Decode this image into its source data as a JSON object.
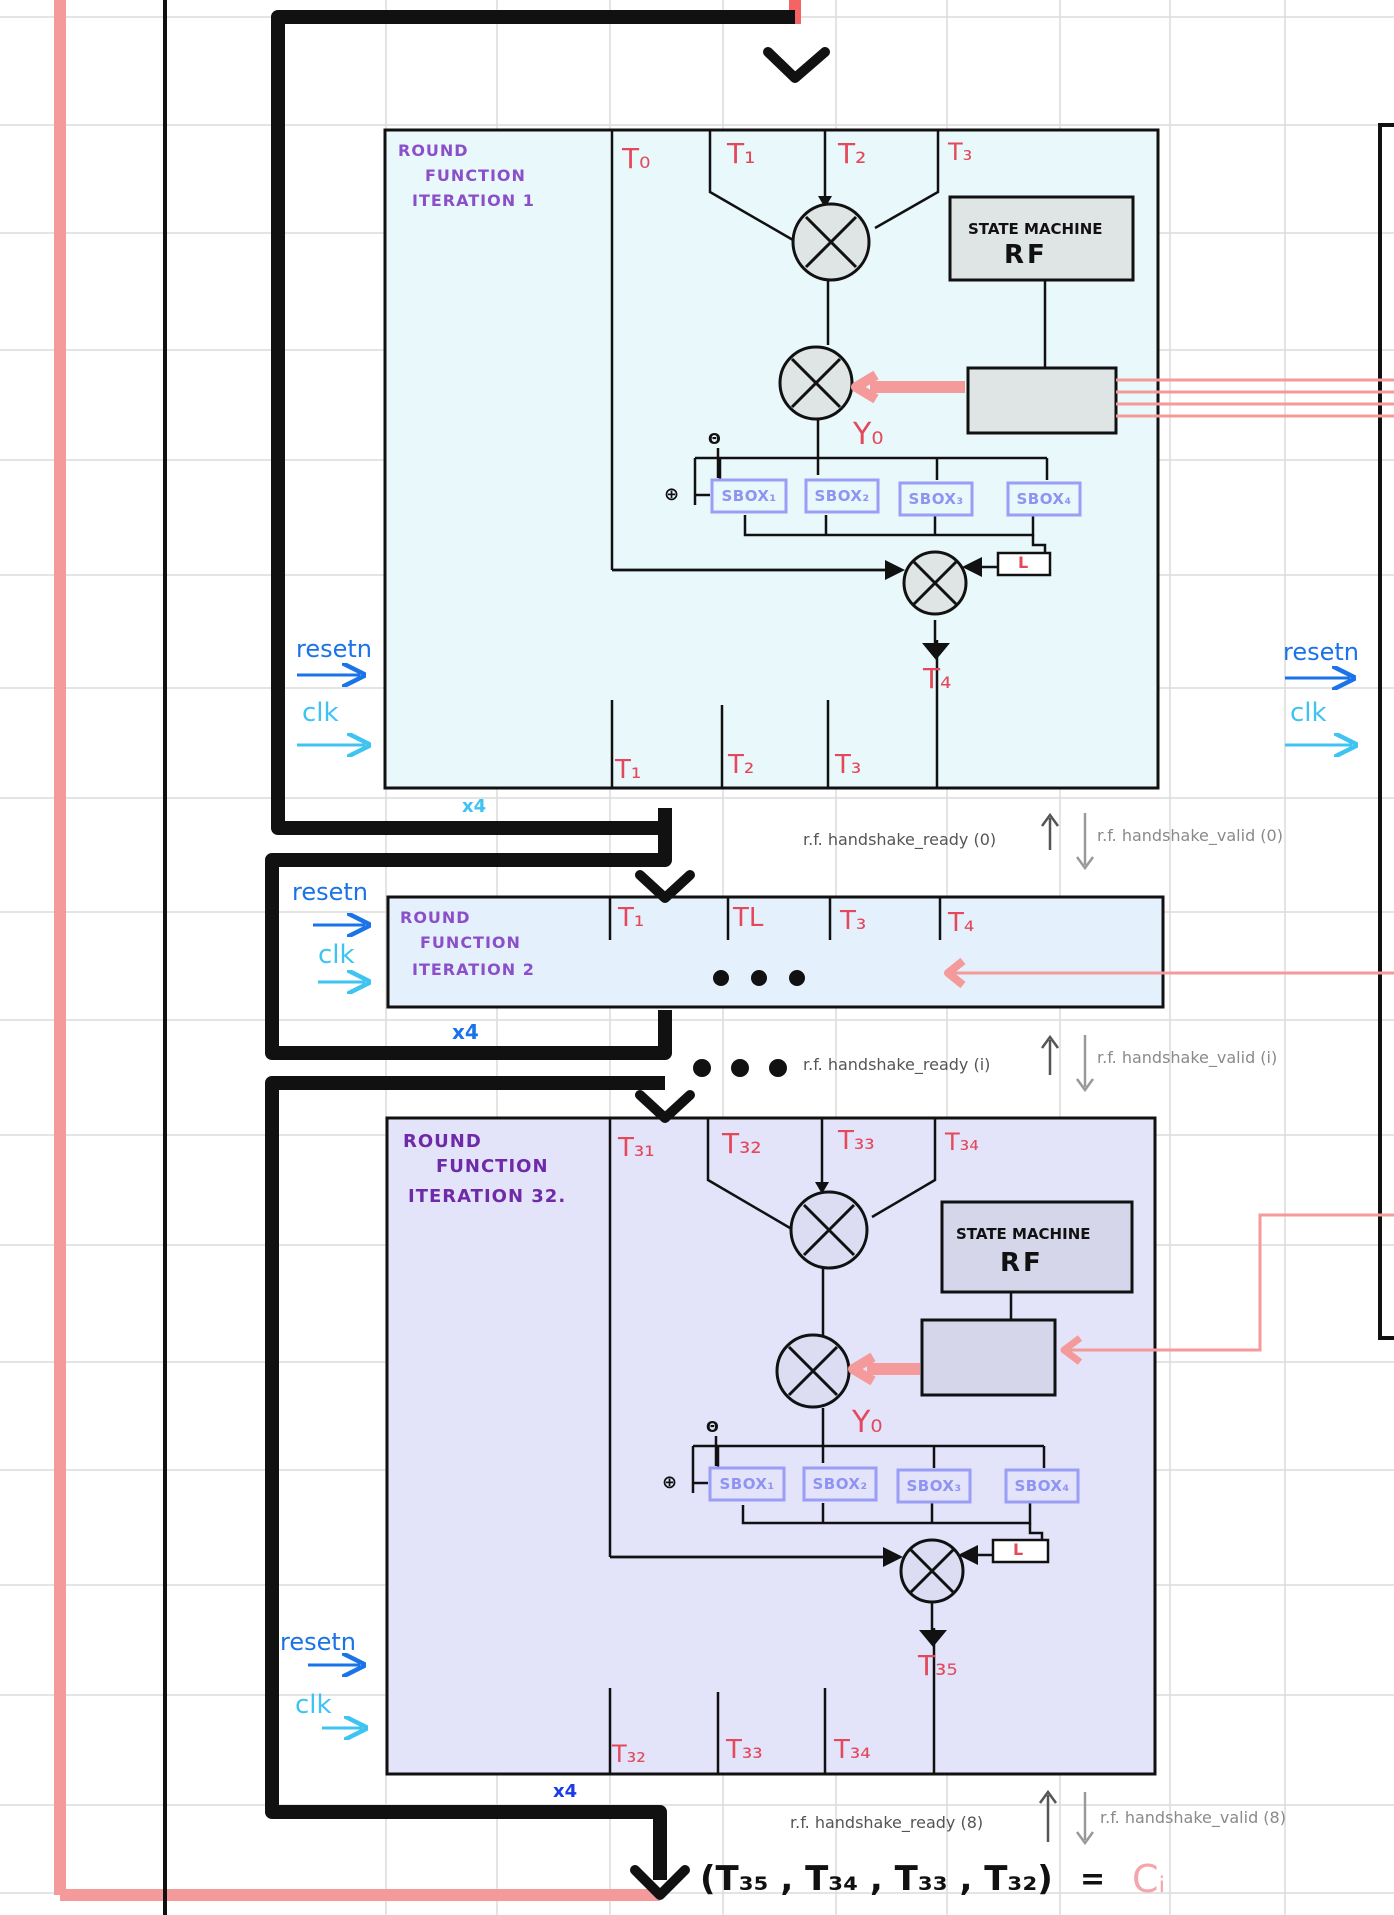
{
  "colors": {
    "red_line": "#f59a9a",
    "black": "#111111",
    "box1_fill": "#e9f8fb",
    "box2_fill": "#e4f0fb",
    "box3_fill": "#e3e3fa",
    "sbox_stroke": "#9b9ef5",
    "state_fill": "#dfe4e5",
    "red_text": "#e3495a"
  },
  "round1": {
    "title_line1": "ROUND",
    "title_line2": "FUNCTION",
    "title_line3": "ITERATION 1",
    "inputs": [
      "T₀",
      "T₁",
      "T₂",
      "T₃"
    ],
    "state_machine_line1": "STATE MACHINE",
    "state_machine_line2": "RF",
    "y_label": "Y₀",
    "sboxes": [
      "SBOX₁",
      "SBOX₂",
      "SBOX₃",
      "SBOX₄"
    ],
    "theta_label": "Θ",
    "plus_label": "⊕",
    "l_label": "L",
    "output": "T₄",
    "outputs_bottom": [
      "T₁",
      "T₂",
      "T₃"
    ],
    "multiplier": "x4"
  },
  "round2": {
    "title_line1": "ROUND",
    "title_line2": "FUNCTION",
    "title_line3": "ITERATION 2",
    "inputs": [
      "T₁",
      "TL",
      "T₃",
      "T₄"
    ],
    "ellipsis": "● ● ●",
    "multiplier": "x4"
  },
  "round32": {
    "title_line1": "ROUND",
    "title_line2": "FUNCTION",
    "title_line3": "ITERATION 32.",
    "inputs": [
      "T₃₁",
      "T₃₂",
      "T₃₃",
      "T₃₄"
    ],
    "state_machine_line1": "STATE MACHINE",
    "state_machine_line2": "RF",
    "y_label": "Y₀",
    "sboxes": [
      "SBOX₁",
      "SBOX₂",
      "SBOX₃",
      "SBOX₄"
    ],
    "theta_label": "Θ",
    "plus_label": "⊕",
    "l_label": "L",
    "output": "T₃₅",
    "outputs_bottom": [
      "T₃₂",
      "T₃₃",
      "T₃₄"
    ],
    "multiplier": "x4"
  },
  "signals": {
    "resetn": "resetn",
    "clk": "clk"
  },
  "handshakes": {
    "ready_0": "r.f. handshake_ready (0)",
    "valid_0": "r.f. handshake_valid (0)",
    "ready_i": "r.f. handshake_ready (i)",
    "valid_i": "r.f. handshake_valid (i)",
    "ready_8": "r.f. handshake_ready (8)",
    "valid_8": "r.f. handshake_valid (8)"
  },
  "between_ellipsis": "● ● ●",
  "result": {
    "tuple": "(T₃₅ , T₃₄ , T₃₃ , T₃₂)",
    "equals": "=",
    "output": "Cᵢ"
  }
}
